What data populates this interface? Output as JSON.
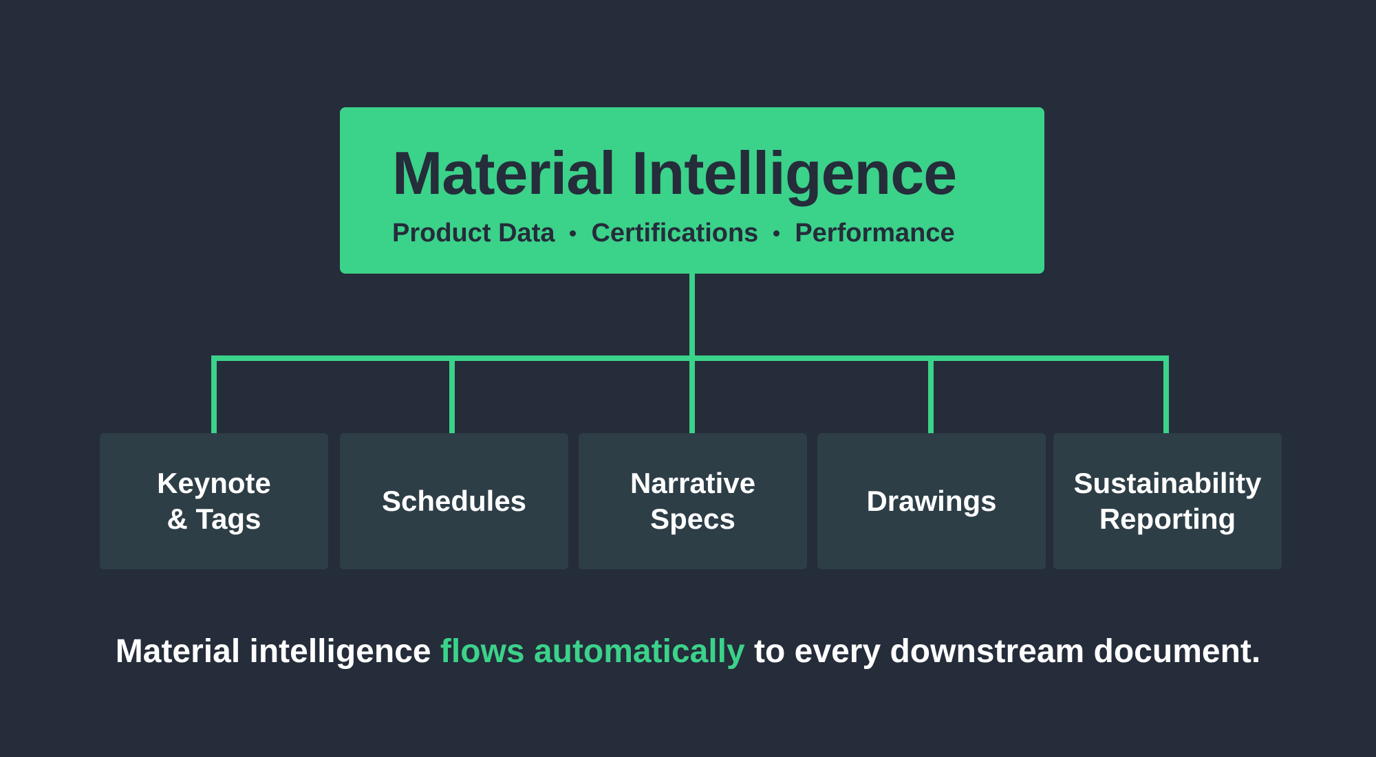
{
  "colors": {
    "background": "#252c3a",
    "accent": "#3bd28a",
    "card": "#2e3e47",
    "text_light": "#ffffff",
    "text_dark": "#252c3a"
  },
  "root": {
    "title": "Material Intelligence",
    "tags": [
      "Product Data",
      "Certifications",
      "Performance"
    ]
  },
  "children": [
    {
      "label": "Keynote\n& Tags"
    },
    {
      "label": "Schedules"
    },
    {
      "label": "Narrative\nSpecs"
    },
    {
      "label": "Drawings"
    },
    {
      "label": "Sustainability\nReporting"
    }
  ],
  "caption": {
    "before": "Material intelligence ",
    "highlight": "flows automatically",
    "after": " to every downstream document."
  }
}
